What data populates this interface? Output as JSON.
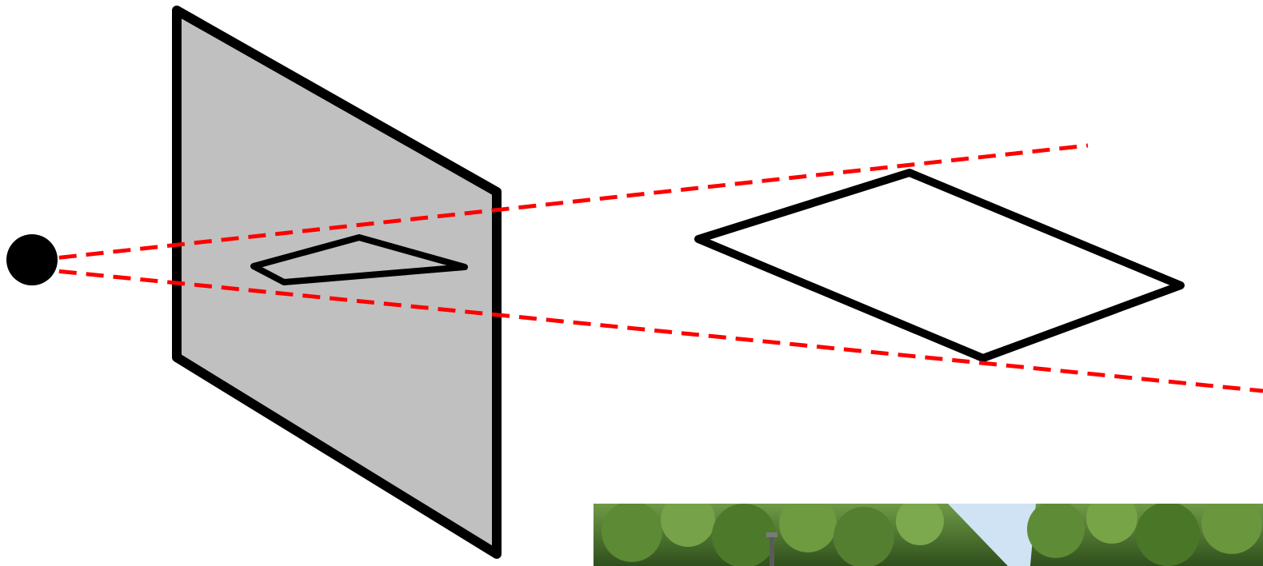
{
  "diagram": {
    "colors": {
      "background": "#ffffff",
      "outline": "#000000",
      "image_plane_fill": "#c0c0c0",
      "projection_rays": "#ff0000",
      "road_photo_foliage": "#4e7a2c",
      "road_photo_sky": "#cfe3f5"
    },
    "elements": [
      "camera-center",
      "image-plane",
      "projected-quad",
      "world-quad",
      "projection-rays",
      "road-photo"
    ]
  }
}
